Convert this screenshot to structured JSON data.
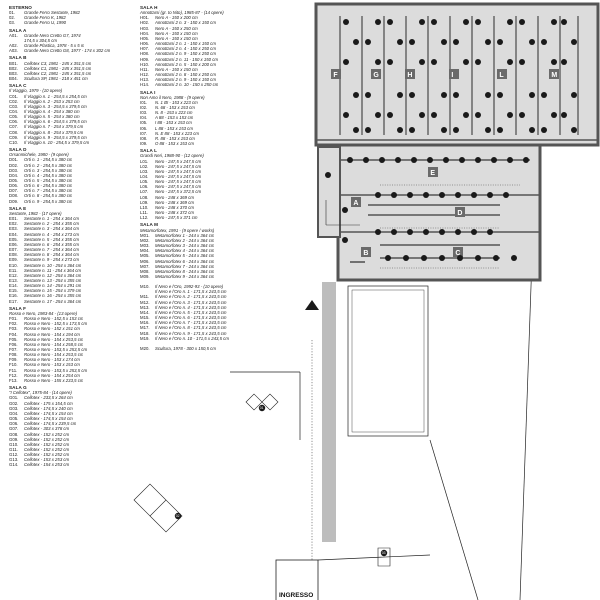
{
  "legend": {
    "left_sections": [
      {
        "head": "ESTERNO",
        "items": [
          {
            "code": "01.",
            "text": "Grande Ferro Sestante, 1982"
          },
          {
            "code": "02.",
            "text": "Grande Ferro K, 1982"
          },
          {
            "code": "03.",
            "text": "Grande Ferro U, 1990"
          }
        ]
      },
      {
        "head": "SALA A",
        "items": [
          {
            "code": "A01.",
            "text": "Grande Nero Cretto G7, 1974"
          },
          {
            "code": "",
            "text": "174,5 x 304,5 cm"
          },
          {
            "code": "A02.",
            "text": "Grande Plastica, 1978 - 5 x 5 m"
          },
          {
            "code": "A03.",
            "text": "Grande Nero Cretto G8, 1977 - 174 x 302 cm"
          }
        ]
      },
      {
        "head": "SALA B",
        "items": [
          {
            "code": "B01.",
            "text": "Cellotex C3, 1981 - 245 x 351,5 cm"
          },
          {
            "code": "B02.",
            "text": "Cellotex C1, 1981 - 245 x 351,5 cm"
          },
          {
            "code": "B03.",
            "text": "Cellotex C2, 1981 - 245 x 351,5 cm"
          },
          {
            "code": "B04.",
            "text": "Scultura SP, 1981 - 218 x 451 cm"
          }
        ]
      },
      {
        "head": "SALA C",
        "sub": "Il Viaggio, 1979 - (10 opere)",
        "items": [
          {
            "code": "C01.",
            "text": "Il Viaggio n. 1 - 254,5 x 254,5 cm"
          },
          {
            "code": "C02.",
            "text": "Il Viaggio n. 2 - 253 x 253 cm"
          },
          {
            "code": "C03.",
            "text": "Il Viaggio n. 3 - 254,5 x 379,5 cm"
          },
          {
            "code": "C04.",
            "text": "Il Viaggio n. 4 - 254 x 380 cm"
          },
          {
            "code": "C05.",
            "text": "Il Viaggio n. 5 - 254 x 380 cm"
          },
          {
            "code": "C06.",
            "text": "Il Viaggio n. 6 - 254,5 x 379,5 cm"
          },
          {
            "code": "C07.",
            "text": "Il Viaggio n. 7 - 254 x 379,5 cm"
          },
          {
            "code": "C08.",
            "text": "Il Viaggio n. 8 - 254 x 379,5 cm"
          },
          {
            "code": "C09.",
            "text": "Il Viaggio n. 9 - 254,5 x 379,5 cm"
          },
          {
            "code": "C10.",
            "text": "Il Viaggio n. 10 - 254,5 x 379,5 cm"
          }
        ]
      },
      {
        "head": "SALA D",
        "sub": "Orsanmichele, 1980 - (9 opere)",
        "items": [
          {
            "code": "D01.",
            "text": "Orti n. 1 - 254,5 x 380 cm"
          },
          {
            "code": "D02.",
            "text": "Orti n. 2 - 254,5 x 380 cm"
          },
          {
            "code": "D03.",
            "text": "Orti n. 3 - 254,5 x 380 cm"
          },
          {
            "code": "D04.",
            "text": "Orti n. 4 - 254,5 x 380 cm"
          },
          {
            "code": "D05.",
            "text": "Orti n. 5 - 254,5 x 380 cm"
          },
          {
            "code": "D06.",
            "text": "Orti n. 6 - 254,5 x 380 cm"
          },
          {
            "code": "D07.",
            "text": "Orti n. 7 - 254,5 x 380 cm"
          },
          {
            "code": "D08.",
            "text": "Orti n. 8 - 254,5 x 380 cm"
          },
          {
            "code": "D09.",
            "text": "Orti n. 9 - 254,5 x 380 cm"
          }
        ]
      },
      {
        "head": "SALA E",
        "sub": "Sestante, 1982 - (17 opere)",
        "items": [
          {
            "code": "E01.",
            "text": "Sestante n. 1 - 254 x 364 cm"
          },
          {
            "code": "E02.",
            "text": "Sestante n. 2 - 254 x 355 cm"
          },
          {
            "code": "E03.",
            "text": "Sestante n. 3 - 254 x 364 cm"
          },
          {
            "code": "E04.",
            "text": "Sestante n. 4 - 254 x 273 cm"
          },
          {
            "code": "E05.",
            "text": "Sestante n. 5 - 254 x 355 cm"
          },
          {
            "code": "E06.",
            "text": "Sestante n. 6 - 254 x 355 cm"
          },
          {
            "code": "E07.",
            "text": "Sestante n. 7 - 254 x 364 cm"
          },
          {
            "code": "E08.",
            "text": "Sestante n. 8 - 254 x 364 cm"
          },
          {
            "code": "E09.",
            "text": "Sestante n. 9 - 254 x 273 cm"
          },
          {
            "code": "E10.",
            "text": "Sestante n. 10 - 254 x 364 cm"
          },
          {
            "code": "E11.",
            "text": "Sestante n. 11 - 254 x 364 cm"
          },
          {
            "code": "E12.",
            "text": "Sestante n. 12 - 254 x 364 cm"
          },
          {
            "code": "E13.",
            "text": "Sestante n. 13 - 254 x 355 cm"
          },
          {
            "code": "E14.",
            "text": "Sestante n. 14 - 254 x 291 cm"
          },
          {
            "code": "E15.",
            "text": "Sestante n. 15 - 254 x 379 cm"
          },
          {
            "code": "E16.",
            "text": "Sestante n. 16 - 254 x 355 cm"
          },
          {
            "code": "E17.",
            "text": "Sestante n. 17 - 254 x 364 cm"
          }
        ]
      },
      {
        "head": "SALA F",
        "sub": "Rosso e Nero, 1983-84 - (13 opere)",
        "items": [
          {
            "code": "F01.",
            "text": "Rosso e Nero - 152,5 x 153 cm"
          },
          {
            "code": "F02.",
            "text": "Rosso e Nero - 152,5 x 173,5 cm"
          },
          {
            "code": "F03.",
            "text": "Rosso e Nero - 152 x 151 cm"
          },
          {
            "code": "F04.",
            "text": "Rosso e Nero - 154 x 194 cm"
          },
          {
            "code": "F05.",
            "text": "Rosso e Nero - 154 x 253,5 cm"
          },
          {
            "code": "F06.",
            "text": "Rosso e Nero - 154 x 258,5 cm"
          },
          {
            "code": "F07.",
            "text": "Rosso e Nero - 153,5 x 253,5 cm"
          },
          {
            "code": "F08.",
            "text": "Rosso e Nero - 154 x 253,5 cm"
          },
          {
            "code": "F09.",
            "text": "Rosso e Nero - 153 x 174 cm"
          },
          {
            "code": "F10.",
            "text": "Rosso e Nero - 153 x 153 cm"
          },
          {
            "code": "F11.",
            "text": "Rosso e Nero - 153,5 x 253,5 cm"
          },
          {
            "code": "F12.",
            "text": "Rosso e Nero - 154 x 254 cm"
          },
          {
            "code": "F13.",
            "text": "Rosso e Nero - 155 x 233,5 cm"
          }
        ]
      },
      {
        "head": "SALA G",
        "sub": "\"I Cellotex\", 1975-84 - (14 opere)",
        "items": [
          {
            "code": "G01.",
            "text": "Cellotex - 233,5 x 264 cm"
          },
          {
            "code": "G02.",
            "text": "Cellotex - 175 x 154,5 cm"
          },
          {
            "code": "G03.",
            "text": "Cellotex - 174,5 x 240 cm"
          },
          {
            "code": "G04.",
            "text": "Cellotex - 174,5 x 154 cm"
          },
          {
            "code": "G05.",
            "text": "Cellotex - 174,5 x 154 cm"
          },
          {
            "code": "G06.",
            "text": "Cellotex - 174,5 x 239,5 cm"
          },
          {
            "code": "G07.",
            "text": "Cellotex - 303 x 378 cm"
          },
          {
            "code": "G08.",
            "text": "Cellotex - 152 x 252 cm"
          },
          {
            "code": "G09.",
            "text": "Cellotex - 152 x 252 cm"
          },
          {
            "code": "G10.",
            "text": "Cellotex - 152 x 252 cm"
          },
          {
            "code": "G11.",
            "text": "Cellotex - 152 x 252 cm"
          },
          {
            "code": "G12.",
            "text": "Cellotex - 152 x 252 cm"
          },
          {
            "code": "G13.",
            "text": "Cellotex - 153 x 253 cm"
          },
          {
            "code": "G14.",
            "text": "Cellotex - 154 x 253 cm"
          }
        ]
      }
    ],
    "right_sections": [
      {
        "head": "SALA H",
        "sub": "Annottarsi (gr. to Nito), 1985-87 - (14 opere)",
        "items": [
          {
            "code": "H01.",
            "text": "Nero A - 150 x 200 cm"
          },
          {
            "code": "H02.",
            "text": "Annottarsi 2 n. 3 - 150 x 150 cm"
          },
          {
            "code": "H03.",
            "text": "Nero A - 150 x 250 cm"
          },
          {
            "code": "H04.",
            "text": "Nero A - 150 x 150 cm"
          },
          {
            "code": "H05.",
            "text": "Nero A - 150 x 150 cm"
          },
          {
            "code": "H06.",
            "text": "Annottarsi 2 n. 1 - 150 x 150 cm"
          },
          {
            "code": "H07.",
            "text": "Annottarsi 2 n. 4 - 150 x 250 cm"
          },
          {
            "code": "H08.",
            "text": "Annottarsi 2 n. 9 - 150 x 250 cm"
          },
          {
            "code": "H09.",
            "text": "Annottarsi 2 n. 11 - 150 x 150 cm"
          },
          {
            "code": "H10.",
            "text": "Annottarsi 2 n. 5 - 150 x 200 cm"
          },
          {
            "code": "H11.",
            "text": "Nero A - 150 x 150 cm"
          },
          {
            "code": "H12.",
            "text": "Annottarsi 2 n. 8 - 150 x 250 cm"
          },
          {
            "code": "H13.",
            "text": "Annottarsi 2 n. 9 - 150 x 150 cm"
          },
          {
            "code": "H14.",
            "text": "Annottarsi 2 n. 10 - 150 x 250 cm"
          }
        ]
      },
      {
        "head": "SALA I",
        "sub": "Non Amo il Nero, 1988 - (9 opere)",
        "items": [
          {
            "code": "I01.",
            "text": "N. 1 BI - 153 x 223 cm"
          },
          {
            "code": "I02.",
            "text": "N. 68 - 153 x 153 cm"
          },
          {
            "code": "I03.",
            "text": "N. 8 - 153 x 223 cm"
          },
          {
            "code": "I04.",
            "text": "A 88 - 153 x 153 cm"
          },
          {
            "code": "I05.",
            "text": "I 88 - 153 x 153 cm"
          },
          {
            "code": "I06.",
            "text": "L 88 - 153 x 153 cm"
          },
          {
            "code": "I07.",
            "text": "N. E 88 - 153 x 223 cm"
          },
          {
            "code": "I08.",
            "text": "R. 88 - 153 x 153 cm"
          },
          {
            "code": "I09.",
            "text": "O 88 - 153 x 153 cm"
          }
        ]
      },
      {
        "head": "SALA L",
        "sub": "Grandi Neri, 1988-90 - (12 opere)",
        "items": [
          {
            "code": "L01.",
            "text": "Nero - 247,5 x 247,5 cm"
          },
          {
            "code": "L02.",
            "text": "Nero - 247,5 x 247,5 cm"
          },
          {
            "code": "L03.",
            "text": "Nero - 247,5 x 247,5 cm"
          },
          {
            "code": "L04.",
            "text": "Nero - 247,5 x 247,5 cm"
          },
          {
            "code": "L05.",
            "text": "Nero - 247,5 x 247,5 cm"
          },
          {
            "code": "L06.",
            "text": "Nero - 247,5 x 247,5 cm"
          },
          {
            "code": "L07.",
            "text": "Nero - 247,5 x 372,5 cm"
          },
          {
            "code": "L08.",
            "text": "Nero - 248 x 369 cm"
          },
          {
            "code": "L09.",
            "text": "Nero - 248 x 369 cm"
          },
          {
            "code": "L10.",
            "text": "Nero - 248 x 370 cm"
          },
          {
            "code": "L11.",
            "text": "Nero - 248 x 372 cm"
          },
          {
            "code": "L12.",
            "text": "Nero - 247,5 x 371 cm"
          }
        ]
      },
      {
        "head": "SALA M",
        "sub": "Metamorfotex, 1991 - (9 opere / works)",
        "items": [
          {
            "code": "M01.",
            "text": "Metamorfotex 1 - 244 x 364 cm"
          },
          {
            "code": "M02.",
            "text": "Metamorfotex 2 - 244 x 364 cm"
          },
          {
            "code": "M03.",
            "text": "Metamorfotex 3 - 244 x 364 cm"
          },
          {
            "code": "M04.",
            "text": "Metamorfotex 4 - 244 x 364 cm"
          },
          {
            "code": "M05.",
            "text": "Metamorfotex 5 - 244 x 364 cm"
          },
          {
            "code": "M06.",
            "text": "Metamorfotex 6 - 244 x 364 cm"
          },
          {
            "code": "M07.",
            "text": "Metamorfotex 7 - 244 x 364 cm"
          },
          {
            "code": "M08.",
            "text": "Metamorfotex 8 - 244 x 364 cm"
          },
          {
            "code": "M09.",
            "text": "Metamorfotex 9 - 244 x 364 cm"
          },
          {
            "code": "",
            "text": ""
          },
          {
            "code": "M10.",
            "text": "Il Nero e l'Oro, 1992-93 - (10 opere)"
          },
          {
            "code": "",
            "text": "Il Nero e l'Oro n. 1 - 171,5 x 243,5 cm"
          },
          {
            "code": "M11.",
            "text": "Il Nero e l'Oro n. 2 - 171,5 x 243,5 cm"
          },
          {
            "code": "M12.",
            "text": "Il Nero e l'Oro n. 3 - 171,5 x 243,5 cm"
          },
          {
            "code": "M13.",
            "text": "Il Nero e l'Oro n. 4 - 171,5 x 243,5 cm"
          },
          {
            "code": "M14.",
            "text": "Il Nero e l'Oro n. 5 - 171,5 x 243,5 cm"
          },
          {
            "code": "M15.",
            "text": "Il Nero e l'Oro n. 6 - 171,5 x 243,5 cm"
          },
          {
            "code": "M16.",
            "text": "Il Nero e l'Oro n. 7 - 171,5 x 243,5 cm"
          },
          {
            "code": "M17.",
            "text": "Il Nero e l'Oro n. 8 - 171,5 x 243,5 cm"
          },
          {
            "code": "M18.",
            "text": "Il Nero e l'Oro n. 9 - 171,5 x 243,5 cm"
          },
          {
            "code": "M19.",
            "text": "Il Nero e l'Oro n. 10 - 171,5 x 243,5 cm"
          },
          {
            "code": "",
            "text": ""
          },
          {
            "code": "M20.",
            "text": "Scultura, 1978 - 300 x 150,5 cm"
          }
        ]
      }
    ]
  },
  "plan": {
    "rooms": [
      {
        "id": "A",
        "label": "A"
      },
      {
        "id": "B",
        "label": "B"
      },
      {
        "id": "C",
        "label": "C"
      },
      {
        "id": "D",
        "label": "D"
      },
      {
        "id": "E",
        "label": "E"
      },
      {
        "id": "F",
        "label": "F"
      },
      {
        "id": "G",
        "label": "G"
      },
      {
        "id": "H",
        "label": "H"
      },
      {
        "id": "I",
        "label": "I"
      },
      {
        "id": "L",
        "label": "L"
      },
      {
        "id": "M",
        "label": "M"
      }
    ],
    "outdoor_markers": [
      {
        "id": "01",
        "label": "01"
      },
      {
        "id": "02",
        "label": "02"
      },
      {
        "id": "03",
        "label": "03"
      }
    ],
    "entrance_label": "INGRESSO",
    "colors": {
      "line": "#222222",
      "room_fill": "#dcdcdc",
      "wall": "#555555",
      "marker": "#1a1a1a",
      "label_box": "#6a6a6a",
      "ramp": "#bdbdbd"
    }
  }
}
